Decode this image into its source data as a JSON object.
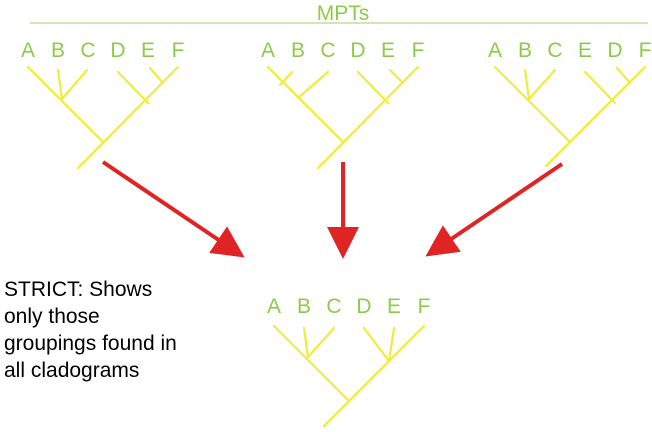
{
  "header": {
    "title": "MPTs"
  },
  "colors": {
    "tree": "#F2EB3A",
    "label": "#8CCB4A",
    "rule": "#9BD26A",
    "arrow": "#E02424",
    "text": "#000000"
  },
  "trees": [
    {
      "id": "mpt-1",
      "taxa": [
        "A",
        "B",
        "C",
        "D",
        "E",
        "F"
      ]
    },
    {
      "id": "mpt-2",
      "taxa": [
        "A",
        "B",
        "C",
        "D",
        "E",
        "F"
      ]
    },
    {
      "id": "mpt-3",
      "taxa": [
        "A",
        "B",
        "C",
        "E",
        "D",
        "F"
      ]
    },
    {
      "id": "strict-consensus",
      "taxa": [
        "A",
        "B",
        "C",
        "D",
        "E",
        "F"
      ]
    }
  ],
  "caption": {
    "lines": [
      "STRICT: Shows",
      "only those",
      "groupings found in",
      "all cladograms"
    ]
  }
}
